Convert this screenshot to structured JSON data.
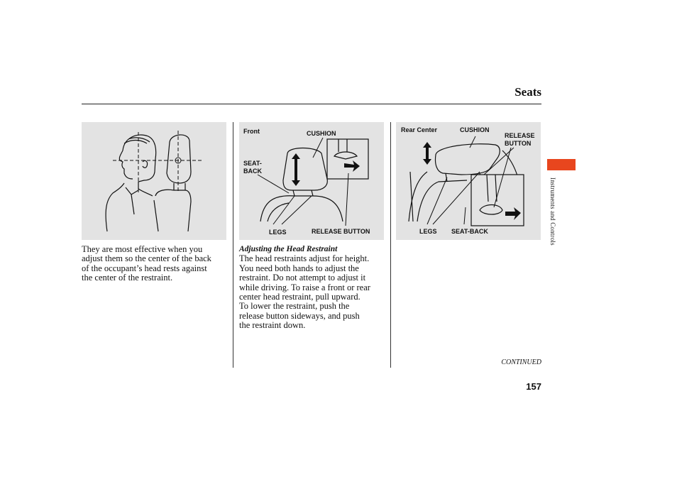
{
  "header": {
    "title": "Seats"
  },
  "side_tab": {
    "text": "Instruments and Controls",
    "color": "#e8461e"
  },
  "figure_left": {
    "icon": "head-position-illustration"
  },
  "figure_front": {
    "icon": "front-head-restraint-illustration",
    "labels": {
      "front": "Front",
      "cushion": "CUSHION",
      "seat_back": [
        "SEAT-",
        "BACK"
      ],
      "legs": "LEGS",
      "release_button": "RELEASE BUTTON"
    }
  },
  "figure_rear": {
    "icon": "rear-center-head-restraint-illustration",
    "labels": {
      "rear_center": "Rear Center",
      "cushion": "CUSHION",
      "release_button": [
        "RELEASE",
        "BUTTON"
      ],
      "legs": "LEGS",
      "seat_back": "SEAT-BACK"
    }
  },
  "left_column": {
    "lines": [
      "They are most effective when you",
      "adjust them so the center of the back",
      "of the occupant’s head rests against",
      "the center of the restraint."
    ]
  },
  "middle_column": {
    "subheading": "Adjusting the Head Restraint",
    "lines": [
      "The head restraints adjust for height.",
      "You need both hands to adjust the",
      "restraint. Do not attempt to adjust it",
      "while driving. To raise a front or rear",
      "center head restraint, pull upward.",
      "To lower the restraint, push the",
      "release button sideways, and push",
      "the restraint down."
    ]
  },
  "footer": {
    "continued": "CONTINUED",
    "page_number": "157"
  }
}
